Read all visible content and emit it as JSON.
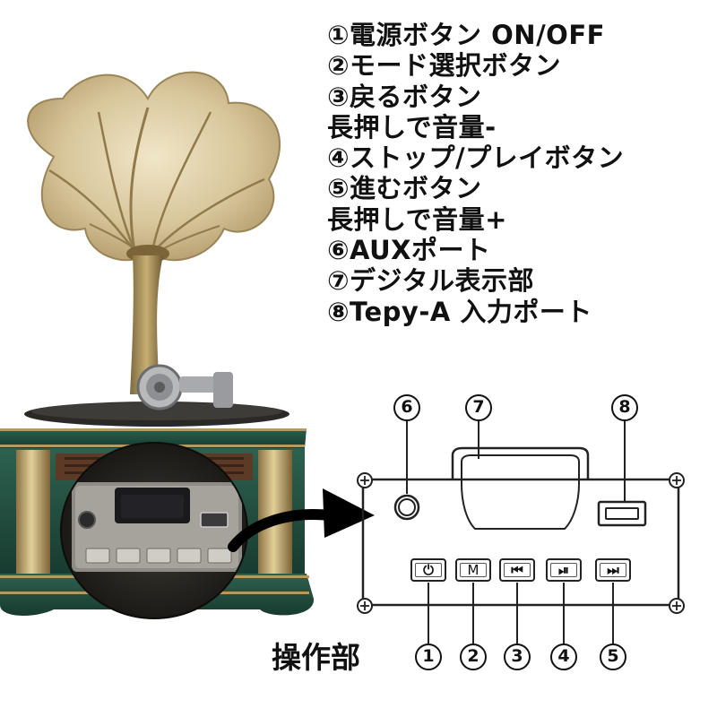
{
  "legend": {
    "lines": [
      "①電源ボタン ON/OFF",
      "②モード選択ボタン",
      "③戻るボタン",
      "長押しで音量-",
      "④ストップ/プレイボタン",
      "⑤進むボタン",
      "長押しで音量+",
      "⑥AUXポート",
      "⑦デジタル表示部",
      "⑧Tepy-A 入力ポート"
    ]
  },
  "panel": {
    "title": "操作部",
    "buttons": [
      {
        "id": "power",
        "glyph": "⏻",
        "icon": "power-icon",
        "number": "1"
      },
      {
        "id": "mode",
        "glyph": "M",
        "icon": "mode-letter",
        "number": "2"
      },
      {
        "id": "prev",
        "glyph": "⏮",
        "icon": "skip-back-icon",
        "number": "3"
      },
      {
        "id": "play",
        "glyph": "⏯",
        "icon": "play-pause-icon",
        "number": "4"
      },
      {
        "id": "next",
        "glyph": "⏭",
        "icon": "skip-forward-icon",
        "number": "5"
      }
    ],
    "top_labels": {
      "aux": "6",
      "display": "7",
      "usb": "8"
    }
  },
  "colors": {
    "cabinet_green": "#1f4a3c",
    "horn_gold": "#d6c49a",
    "brass": "#a88a52",
    "panel_outline": "#222222"
  }
}
